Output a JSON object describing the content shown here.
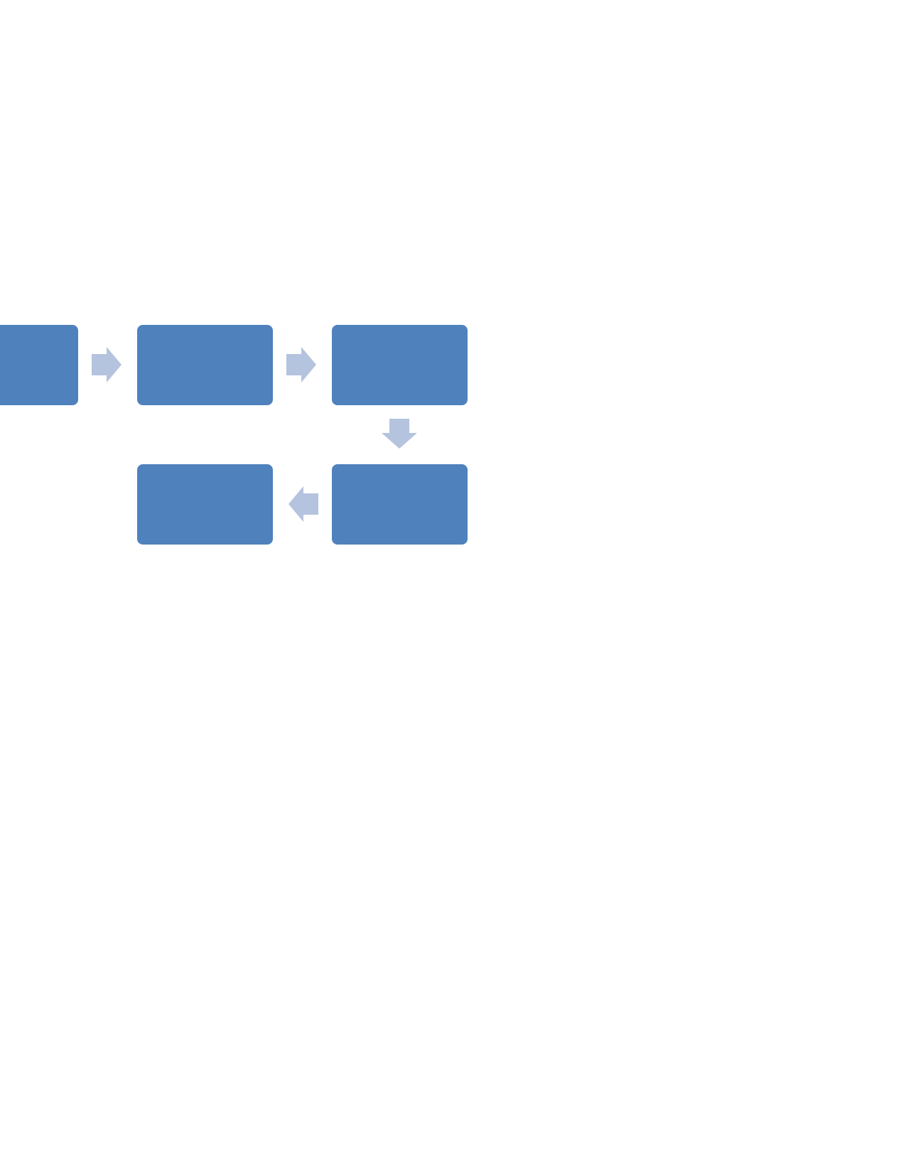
{
  "diagram": {
    "type": "process-flow",
    "colors": {
      "box_fill": "#4f81bd",
      "arrow_fill": "#b4c3de",
      "background": "#ffffff"
    },
    "nodes": [
      {
        "id": "step-1",
        "label": ""
      },
      {
        "id": "step-2",
        "label": ""
      },
      {
        "id": "step-3",
        "label": ""
      },
      {
        "id": "step-4",
        "label": ""
      },
      {
        "id": "step-5",
        "label": ""
      }
    ],
    "edges": [
      {
        "from": "step-1",
        "to": "step-2",
        "icon": "arrow-right-icon"
      },
      {
        "from": "step-2",
        "to": "step-3",
        "icon": "arrow-right-icon"
      },
      {
        "from": "step-3",
        "to": "step-4",
        "icon": "arrow-down-icon"
      },
      {
        "from": "step-4",
        "to": "step-5",
        "icon": "arrow-left-icon"
      }
    ]
  }
}
